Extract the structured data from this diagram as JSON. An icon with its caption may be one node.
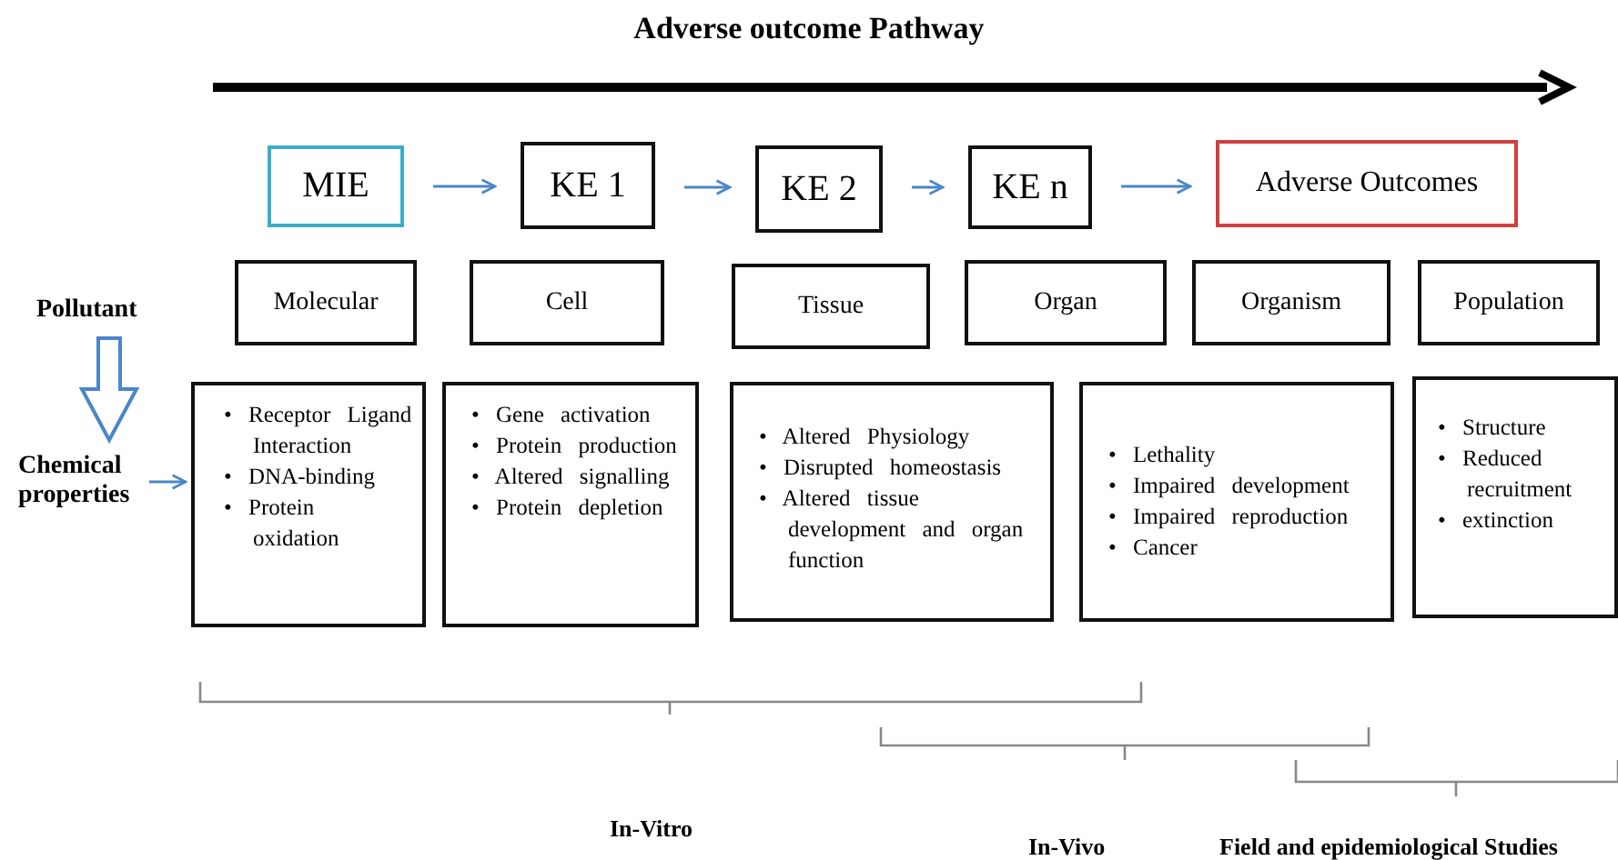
{
  "diagram": {
    "title": "Adverse outcome Pathway",
    "nodes": [
      {
        "text": [
          "MIE"
        ]
      },
      {
        "text": [
          "KE 1"
        ]
      },
      {
        "text": [
          "KE 2"
        ]
      },
      {
        "text": [
          "KE n"
        ]
      },
      {
        "text": [
          "Adverse Outcomes"
        ]
      },
      {
        "text": [
          "Molecular"
        ]
      },
      {
        "text": [
          "Cell"
        ]
      },
      {
        "text": [
          "Tissue"
        ]
      },
      {
        "text": [
          "Organ"
        ]
      },
      {
        "text": [
          "Organism"
        ]
      },
      {
        "text": [
          "Population"
        ]
      },
      {
        "text": [
          "Pollutant"
        ]
      },
      {
        "text": [
          "Chemical properties"
        ]
      },
      {
        "text": [
          "• Receptor Ligand Interaction",
          "• DNA-binding",
          "• Protein oxidation"
        ]
      },
      {
        "text": [
          "• Gene activation",
          "• Protein production",
          "• Altered signalling",
          "• Protein depletion"
        ]
      },
      {
        "text": [
          "• Altered Physiology",
          "• Disrupted homeostasis",
          "• Altered tissue development and organ function"
        ]
      },
      {
        "text": [
          "• Lethality",
          "• Impaired development",
          "• Impaired reproduction",
          "• Cancer"
        ]
      },
      {
        "text": [
          "• Structure",
          "• Reduced recruitment",
          "• extinction"
        ]
      }
    ],
    "edges": [
      {
        "from": 0,
        "to": 1,
        "arrow": "to"
      },
      {
        "from": 1,
        "to": 2,
        "arrow": "to"
      },
      {
        "from": 2,
        "to": 3,
        "arrow": "to"
      },
      {
        "from": 3,
        "to": 4,
        "arrow": "to"
      },
      {
        "from": 11,
        "to": 12,
        "arrow": "to",
        "style": "thick"
      },
      {
        "from": 12,
        "to": 13,
        "arrow": "to"
      }
    ],
    "labels": [
      "In-Vitro",
      "In-Vivo",
      "Field and epidemiological Studies"
    ]
  }
}
